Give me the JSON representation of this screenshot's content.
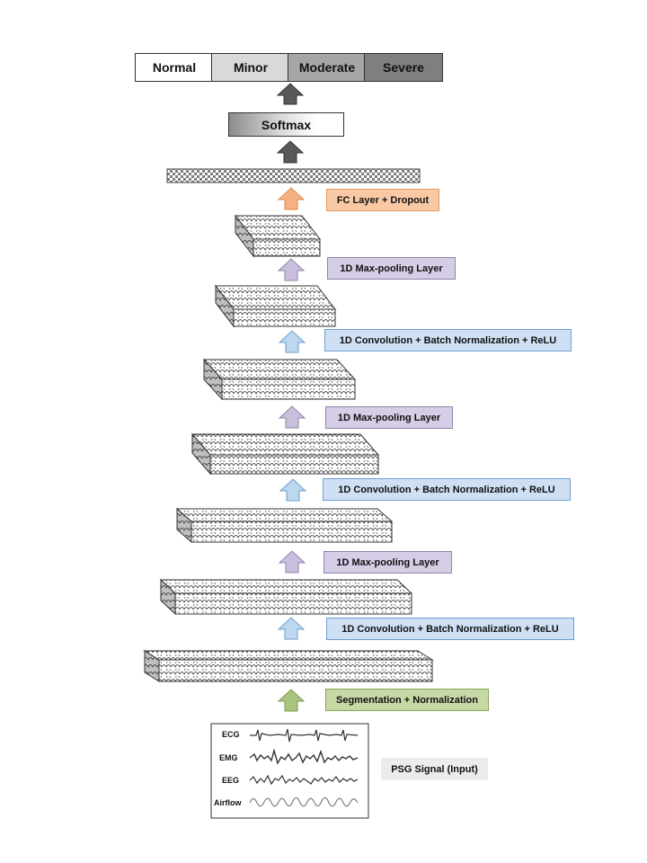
{
  "output_classes": [
    {
      "label": "Normal",
      "color": "#ffffff"
    },
    {
      "label": "Minor",
      "color": "#d9d9d9"
    },
    {
      "label": "Moderate",
      "color": "#a6a6a6"
    },
    {
      "label": "Severe",
      "color": "#7f7f7f"
    }
  ],
  "softmax_label": "Softmax",
  "layer_labels": {
    "fc": "FC Layer + Dropout",
    "pool_3": "1D Max-pooling  Layer",
    "conv_3": "1D Convolution + Batch  Normalization + ReLU",
    "pool_2": "1D Max-pooling  Layer",
    "conv_2": "1D Convolution + Batch  Normalization + ReLU",
    "pool_1": "1D Max-pooling  Layer",
    "conv_1": "1D Convolution + Batch  Normalization + ReLU",
    "seg": "Segmentation + Normalization",
    "input": "PSG Signal  (Input)"
  },
  "signals": [
    "ECG",
    "EMG",
    "EEG",
    "Airflow"
  ],
  "colors": {
    "fc_arrow": "#f4b183",
    "pool_arrow": "#c9bfdd",
    "conv_arrow": "#bdd7ee",
    "seg_arrow": "#a9c47f",
    "dark_arrow": "#595959"
  }
}
